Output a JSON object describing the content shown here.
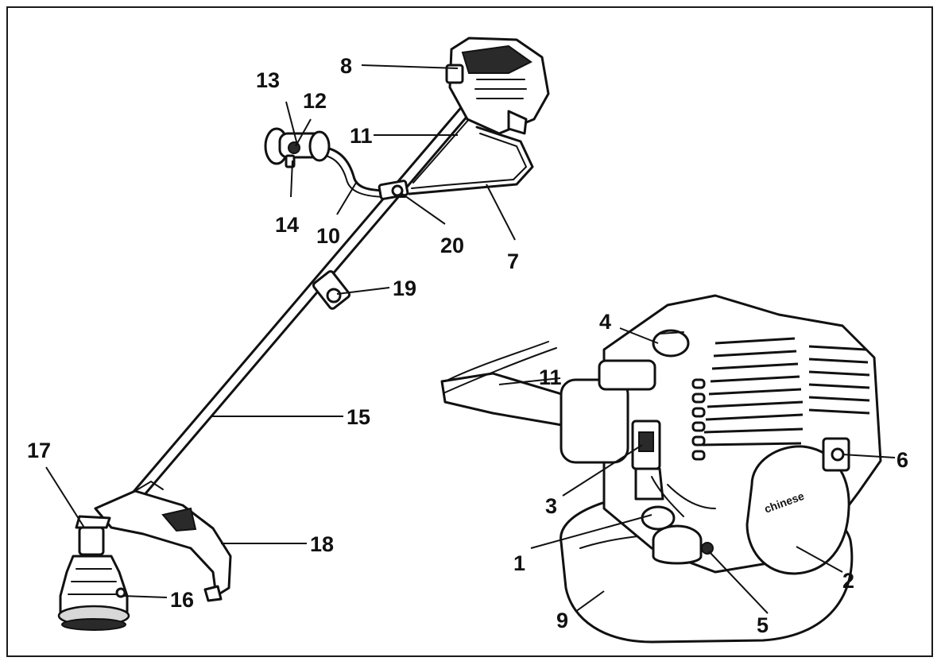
{
  "callouts": {
    "c1": "1",
    "c2": "2",
    "c3": "3",
    "c4": "4",
    "c5": "5",
    "c6": "6",
    "c7": "7",
    "c8": "8",
    "c9": "9",
    "c10": "10",
    "c11a": "11",
    "c11b": "11",
    "c12": "12",
    "c13": "13",
    "c14": "14",
    "c15": "15",
    "c16": "16",
    "c17": "17",
    "c18": "18",
    "c19": "19",
    "c20": "20"
  },
  "engine_logo_text": "chinese",
  "colors": {
    "ink": "#111111",
    "background": "#ffffff",
    "shade": "#d8d8d8"
  }
}
